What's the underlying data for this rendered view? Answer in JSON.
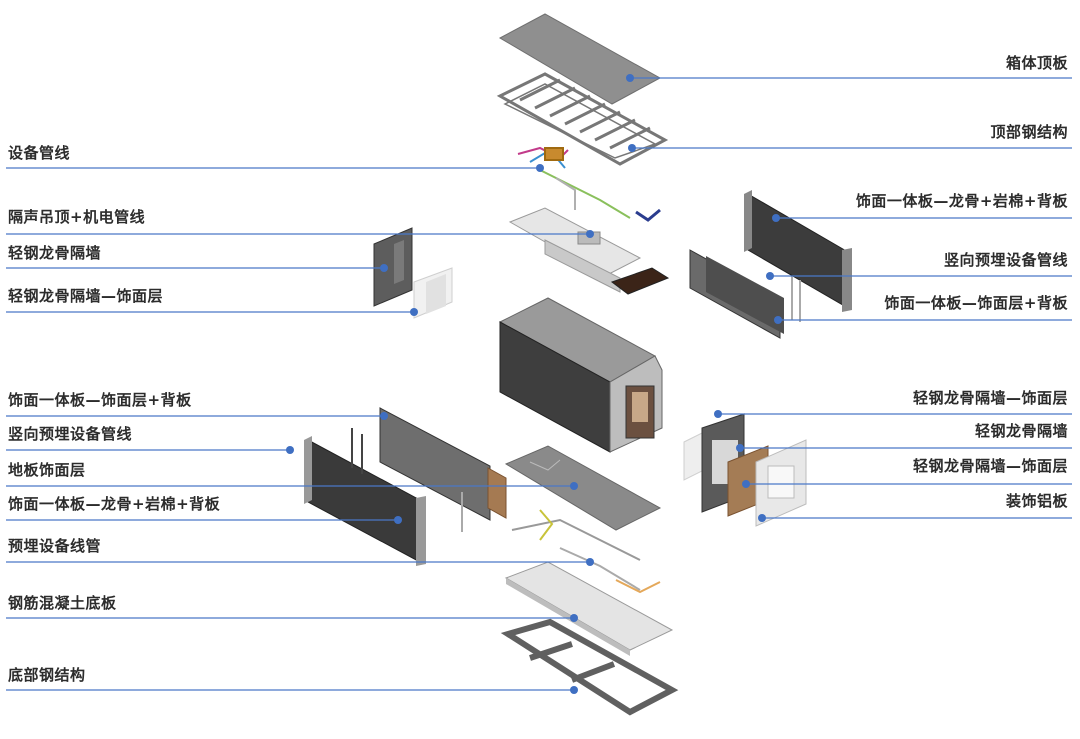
{
  "labels": {
    "left": [
      "设备管线",
      "隔声吊顶+机电管线",
      "轻钢龙骨隔墙",
      "轻钢龙骨隔墙—饰面层",
      "饰面一体板—饰面层+背板",
      "竖向预埋设备管线",
      "地板饰面层",
      "饰面一体板—龙骨+岩棉+背板",
      "预埋设备线管",
      "钢筋混凝土底板",
      "底部钢结构"
    ],
    "right": [
      "箱体顶板",
      "顶部钢结构",
      "饰面一体板—龙骨+岩棉+背板",
      "竖向预埋设备管线",
      "饰面一体板—饰面层+背板",
      "轻钢龙骨隔墙—饰面层",
      "轻钢龙骨隔墙",
      "轻钢龙骨隔墙—饰面层",
      "装饰铝板"
    ]
  },
  "colors": {
    "leader_line": "#4a78c8",
    "dot": "#3f6fc2",
    "label_text": "#2c2c2c"
  }
}
